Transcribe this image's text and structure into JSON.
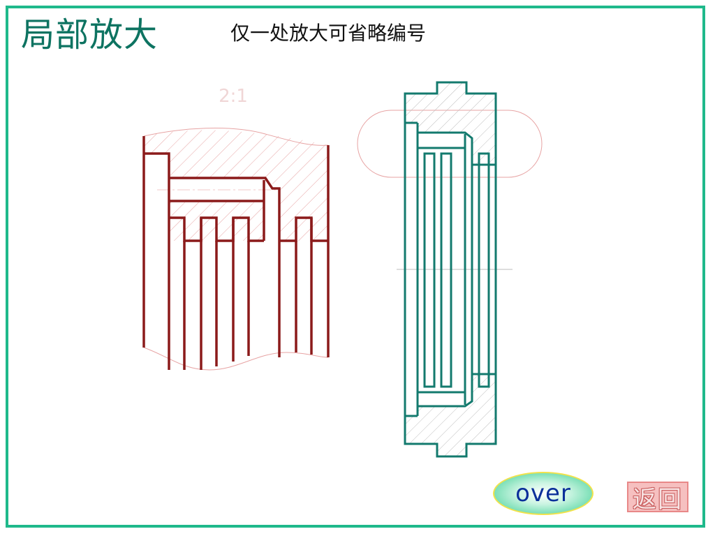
{
  "page": {
    "title": "局部放大",
    "subtitle": "仅一处放大可省略编号"
  },
  "detail_view": {
    "scale_label": "2:1"
  },
  "controls": {
    "over_label": "over",
    "back_label": "返回"
  },
  "colors": {
    "frame": "#1fb98b",
    "title": "#0d7361",
    "detail_lines": "#8b1a1a",
    "main_lines": "#137a6e",
    "hatch": "#e7a3a3",
    "hatch_main": "#b9b9b9"
  }
}
